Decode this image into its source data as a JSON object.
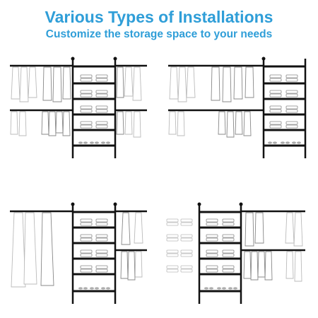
{
  "header": {
    "title": "Various Types of Installations",
    "subtitle": "Customize the storage space to your needs"
  },
  "colors": {
    "accent": "#2f9ed8",
    "frame": "#111111",
    "outline": "#8a8a8a",
    "faded": "#c8c8c8"
  },
  "panels": [
    {
      "name": "tower-with-left-and-right-rails"
    },
    {
      "name": "tower-with-left-rails-and-right-shelves"
    },
    {
      "name": "tower-with-long-left-rail-and-right-rails"
    },
    {
      "name": "shelves-tower-rails-right"
    }
  ],
  "icons": [
    "clothes-rail-icon",
    "shelf-tower-icon",
    "hanging-clothes-icon",
    "folded-clothes-icon",
    "shoes-icon"
  ]
}
